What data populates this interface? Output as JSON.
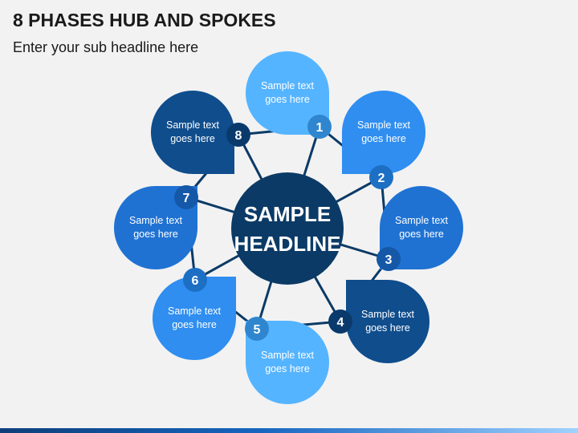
{
  "header": {
    "title": "8 PHASES HUB AND SPOKES",
    "subtitle": "Enter your sub headline here"
  },
  "hub": {
    "line1": "SAMPLE",
    "line2": "HEADLINE",
    "color": "#0b3a66"
  },
  "phases": [
    {
      "number": "1",
      "text_line1": "Sample text",
      "text_line2": "goes here",
      "color": "#55b4ff",
      "badge_color": "#2f86cf"
    },
    {
      "number": "2",
      "text_line1": "Sample text",
      "text_line2": "goes here",
      "color": "#2f8ef0",
      "badge_color": "#1d6fc4"
    },
    {
      "number": "3",
      "text_line1": "Sample text",
      "text_line2": "goes here",
      "color": "#1f72d2",
      "badge_color": "#1558a8"
    },
    {
      "number": "4",
      "text_line1": "Sample text",
      "text_line2": "goes here",
      "color": "#0f4d8c",
      "badge_color": "#0a3a6c"
    },
    {
      "number": "5",
      "text_line1": "Sample text",
      "text_line2": "goes here",
      "color": "#55b4ff",
      "badge_color": "#2f86cf"
    },
    {
      "number": "6",
      "text_line1": "Sample text",
      "text_line2": "goes here",
      "color": "#2f8ef0",
      "badge_color": "#1d6fc4"
    },
    {
      "number": "7",
      "text_line1": "Sample text",
      "text_line2": "goes here",
      "color": "#1f72d2",
      "badge_color": "#1558a8"
    },
    {
      "number": "8",
      "text_line1": "Sample text",
      "text_line2": "goes here",
      "color": "#0f4d8c",
      "badge_color": "#0a3a6c"
    }
  ],
  "connector_color": "#0b3a66"
}
